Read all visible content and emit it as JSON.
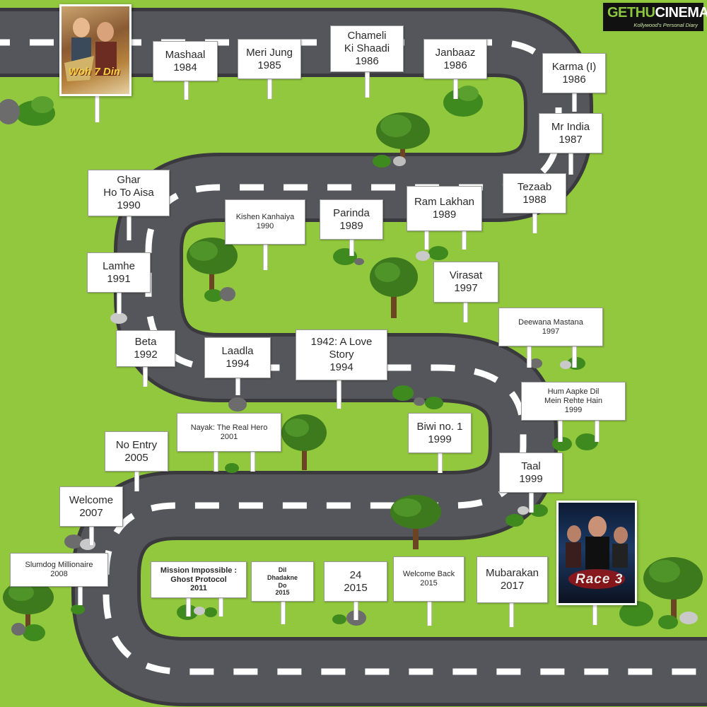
{
  "logo": {
    "text_part1": "GETHU",
    "text_part2": "CINEMA",
    "tagline": "Kollywood's Personal Diary"
  },
  "posters": {
    "first": {
      "title": "Woh 7 Din"
    },
    "last": {
      "title": "Race 3"
    }
  },
  "milestones": [
    {
      "lines": [
        "Mashaal",
        "1984"
      ]
    },
    {
      "lines": [
        "Meri Jung",
        "1985"
      ]
    },
    {
      "lines": [
        "Chameli",
        "Ki Shaadi",
        "1986"
      ]
    },
    {
      "lines": [
        "Janbaaz",
        "1986"
      ]
    },
    {
      "lines": [
        "Karma (I)",
        "1986"
      ]
    },
    {
      "lines": [
        "Mr India",
        "1987"
      ]
    },
    {
      "lines": [
        "Tezaab",
        "1988"
      ]
    },
    {
      "lines": [
        "Ram Lakhan",
        "1989"
      ]
    },
    {
      "lines": [
        "Parinda",
        "1989"
      ]
    },
    {
      "lines": [
        "Kishen Kanhaiya",
        "1990"
      ]
    },
    {
      "lines": [
        "Ghar",
        "Ho To Aisa",
        "1990"
      ]
    },
    {
      "lines": [
        "Lamhe",
        "1991"
      ]
    },
    {
      "lines": [
        "Virasat",
        "1997"
      ]
    },
    {
      "lines": [
        "Deewana Mastana",
        "1997"
      ]
    },
    {
      "lines": [
        "Beta",
        "1992"
      ]
    },
    {
      "lines": [
        "Laadla",
        "1994"
      ]
    },
    {
      "lines": [
        "1942: A Love",
        "Story",
        "1994"
      ]
    },
    {
      "lines": [
        "Hum Aapke Dil",
        "Mein Rehte Hain",
        "1999"
      ]
    },
    {
      "lines": [
        "Biwi no. 1",
        "1999"
      ]
    },
    {
      "lines": [
        "Nayak: The Real Hero",
        "2001"
      ]
    },
    {
      "lines": [
        "No Entry",
        "2005"
      ]
    },
    {
      "lines": [
        "Taal",
        "1999"
      ]
    },
    {
      "lines": [
        "Welcome",
        "2007"
      ]
    },
    {
      "lines": [
        "Slumdog Millionaire",
        "2008"
      ]
    },
    {
      "lines": [
        "Mission Impossible :",
        "Ghost Protocol",
        "2011"
      ]
    },
    {
      "lines": [
        "Dil",
        "Dhadakne",
        "Do",
        "2015"
      ]
    },
    {
      "lines": [
        "24",
        "2015"
      ]
    },
    {
      "lines": [
        "Welcome Back",
        "2015"
      ]
    },
    {
      "lines": [
        "Mubarakan",
        "2017"
      ]
    }
  ]
}
